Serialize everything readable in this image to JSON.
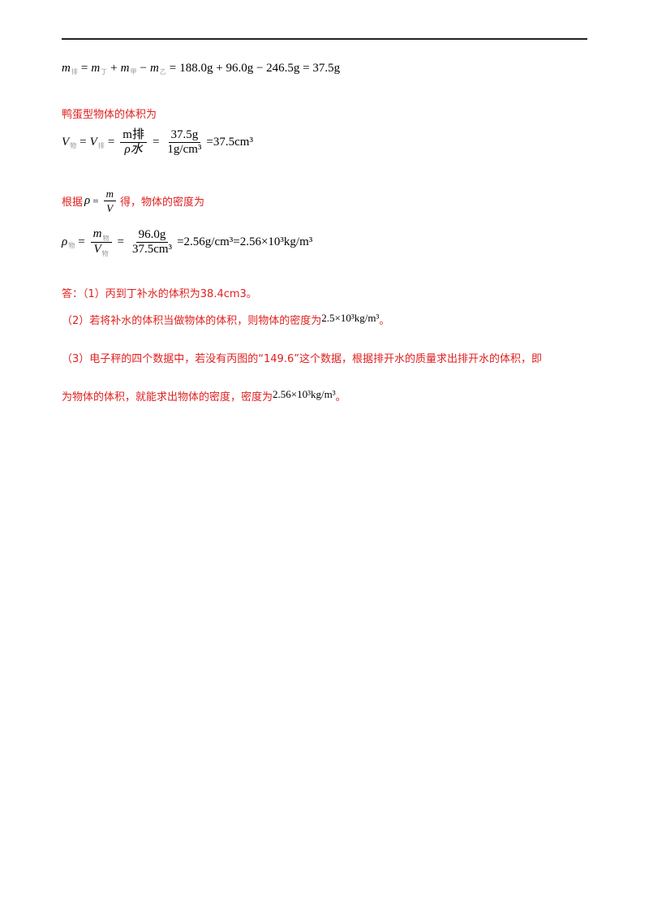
{
  "eq1": {
    "lhs": "m",
    "lhs_sub": "排",
    "a": "m",
    "a_sub": "丁",
    "b": "m",
    "b_sub": "甲",
    "c": "m",
    "c_sub": "乙",
    "num_expr": "188.0g + 96.0g − 246.5g = 37.5g"
  },
  "line_volume_title": "鸭蛋型物体的体积为",
  "eq2": {
    "v1": "V",
    "v1_sub": "物",
    "v2": "V",
    "v2_sub": "排",
    "frac1_num": "m排",
    "frac1_den": "ρ水",
    "frac2_num": "37.5g",
    "frac2_den": "1g/cm³",
    "result": "=37.5cm³"
  },
  "line_density": {
    "prefix": "根据",
    "formula_num": "m",
    "formula_den": "V",
    "suffix": "得，物体的密度为"
  },
  "eq3": {
    "rho": "ρ",
    "rho_sub": "物",
    "frac1_num": "m",
    "frac1_num_sub": "物",
    "frac1_den": "V",
    "frac1_den_sub": "物",
    "frac2_num": "96.0g",
    "frac2_den": "37.5cm³",
    "result": "=2.56g/cm³=2.56×10³kg/m³"
  },
  "answers": {
    "a1": "答：（1）丙到丁补水的体积为38.4cm3。",
    "a2_text": "（2）若将补水的体积当做物体的体积，则物体的密度为",
    "a2_value": "2.5×10³kg/m³",
    "a2_end": "。",
    "a3_line1": "（3）电子秤的四个数据中，若没有丙图的“149.6”这个数据，根据排开水的质量求出排开水的体积，即",
    "a3_line2": "为物体的体积，就能求出物体的密度，密度为",
    "a3_value": "2.56×10³kg/m³",
    "a3_end": "。"
  }
}
